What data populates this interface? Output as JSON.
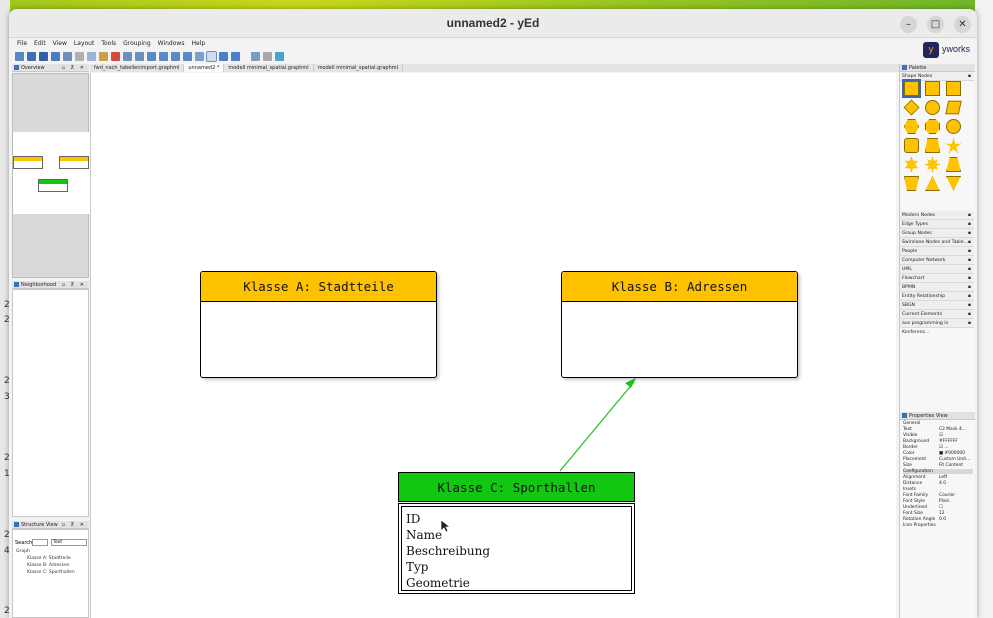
{
  "window": {
    "title": "unnamed2 - yEd"
  },
  "window_controls": {
    "minimize": "–",
    "maximize": "□",
    "close": "✕"
  },
  "menu": [
    "File",
    "Edit",
    "View",
    "Layout",
    "Tools",
    "Grouping",
    "Windows",
    "Help"
  ],
  "logo": {
    "mark": "y",
    "text": "yworks"
  },
  "overview": {
    "title": "Overview",
    "controls": "▫ ⊼ ✕"
  },
  "neighborhood": {
    "title": "Neighborhood",
    "controls": "▫ ⊼ ✕"
  },
  "structure": {
    "title": "Structure View",
    "controls": "▫ ⊼ ✕",
    "search_label": "Search",
    "filter_value": "Text",
    "items": [
      "Graph",
      "Klasse A: Stadtteile",
      "Klasse B: Adressen",
      "Klasse C: Sporthallen"
    ]
  },
  "tabs": [
    "fwd_nach_tabellenimport.graphml",
    "unnamed2 *",
    "modell minimal_spatial.graphml",
    "modell minimal_spatial.graphml"
  ],
  "diagram": {
    "node_a": {
      "label": "Klasse A: Stadtteile"
    },
    "node_b": {
      "label": "Klasse B: Adressen"
    },
    "node_c": {
      "label": "Klasse C: Sporthallen",
      "attributes": [
        "ID",
        "Name",
        "Beschreibung",
        "Typ",
        "Geometrie"
      ]
    },
    "edge_color": "#22c422"
  },
  "palette": {
    "title": "Palette",
    "section": "Shape Nodes",
    "shapes": [
      "rectangle",
      "rect-shadow",
      "rect-3d",
      "diamond",
      "ellipse",
      "parallelogram",
      "hexagon",
      "octagon",
      "circle",
      "rounded-rect",
      "trapezoid",
      "star5",
      "star6",
      "star8",
      "trapezoid-up",
      "trapezoid-down",
      "triangle",
      "triangle-down"
    ],
    "sections": [
      "Modern Nodes",
      "Edge Types",
      "Group Nodes",
      "Swimlane Nodes and Table...",
      "People",
      "Computer Network",
      "UML",
      "Flowchart",
      "BPMN",
      "Entity Relationship",
      "SBGN",
      "Current Elements",
      "aus programming in Konferenz..."
    ]
  },
  "properties": {
    "title": "Properties View",
    "group": "General",
    "rows": [
      {
        "k": "Text",
        "v": "C2 Mask 4..."
      },
      {
        "k": "Visible",
        "v": "☑"
      },
      {
        "k": "Background",
        "v": "#FFFFFF"
      },
      {
        "k": "Border",
        "v": "☑ ..."
      },
      {
        "k": "Color",
        "v": "■ #000000"
      },
      {
        "k": "Placement",
        "v": "Custom Unit..."
      },
      {
        "k": "Size",
        "v": "Fit Content"
      },
      {
        "k": "Configuration",
        "v": ""
      },
      {
        "k": "Alignment",
        "v": "Left"
      },
      {
        "k": "Distance",
        "v": "4.0"
      },
      {
        "k": "Insets",
        "v": ""
      },
      {
        "k": "Font Family",
        "v": "Courier"
      },
      {
        "k": "Font Style",
        "v": "Plain"
      },
      {
        "k": "Underlined",
        "v": "☐"
      },
      {
        "k": "Font Size",
        "v": "12"
      },
      {
        "k": "Rotation Angle",
        "v": "0.0"
      },
      {
        "k": "Icon Properties",
        "v": ""
      }
    ]
  },
  "background_digits": [
    "2",
    "2",
    "2",
    "3",
    "2",
    "1",
    "2",
    "4",
    "2"
  ]
}
